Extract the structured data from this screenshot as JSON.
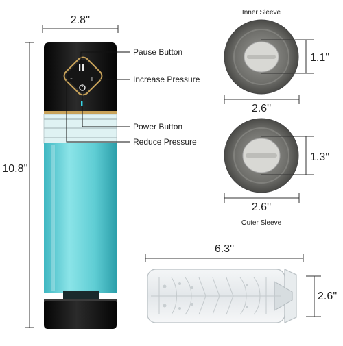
{
  "device": {
    "width_label": "2.8''",
    "height_label": "10.8''",
    "callouts": {
      "pause": "Pause Button",
      "increase": "Increase Pressure",
      "power": "Power Button",
      "reduce": "Reduce Pressure"
    },
    "colors": {
      "cylinder": "#6fd3d8",
      "body": "#111111",
      "accent": "#c9a35a"
    }
  },
  "inner_sleeve": {
    "title": "Inner Sleeve",
    "hole_label": "1.1''",
    "width_label": "2.6''"
  },
  "outer_sleeve": {
    "title": "Outer Sleeve",
    "hole_label": "1.3''",
    "width_label": "2.6''"
  },
  "transparent_sleeve": {
    "length_label": "6.3''",
    "height_label": "2.6''"
  }
}
